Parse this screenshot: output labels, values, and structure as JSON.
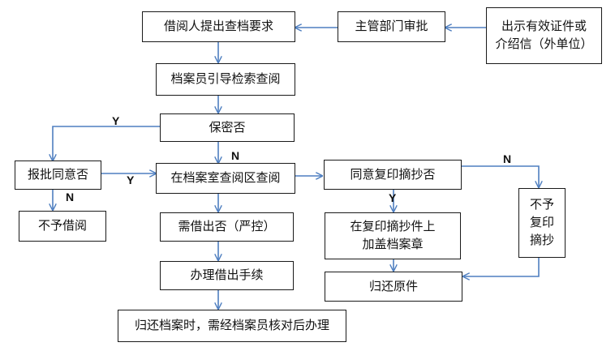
{
  "nodes": {
    "applicant_request": "借阅人提出查档要求",
    "supervisor_approval": "主管部门审批",
    "show_credentials": "出示有效证件或\n介绍信（外单位）",
    "archivist_guide": "档案员引导检索查阅",
    "confidential_check": "保密否",
    "report_approval": "报批同意否",
    "no_lend": "不予借阅",
    "read_in_room": "在档案室查阅区查阅",
    "copy_agree": "同意复印摘抄否",
    "no_copy": "不予\n复印\n摘抄",
    "stamp_copy": "在复印摘抄件上\n加盖档案章",
    "return_original": "归还原件",
    "need_borrow": "需借出否（严控）",
    "borrow_procedure": "办理借出手续",
    "return_check": "归还档案时，需经档案员核对后办理"
  },
  "labels": {
    "y1": "Y",
    "y2": "Y",
    "y3": "Y",
    "n1": "N",
    "n2": "N",
    "n3": "N"
  },
  "colors": {
    "arrow": "#4f7fc0",
    "border": "#1a1a1a",
    "text": "#111111"
  }
}
